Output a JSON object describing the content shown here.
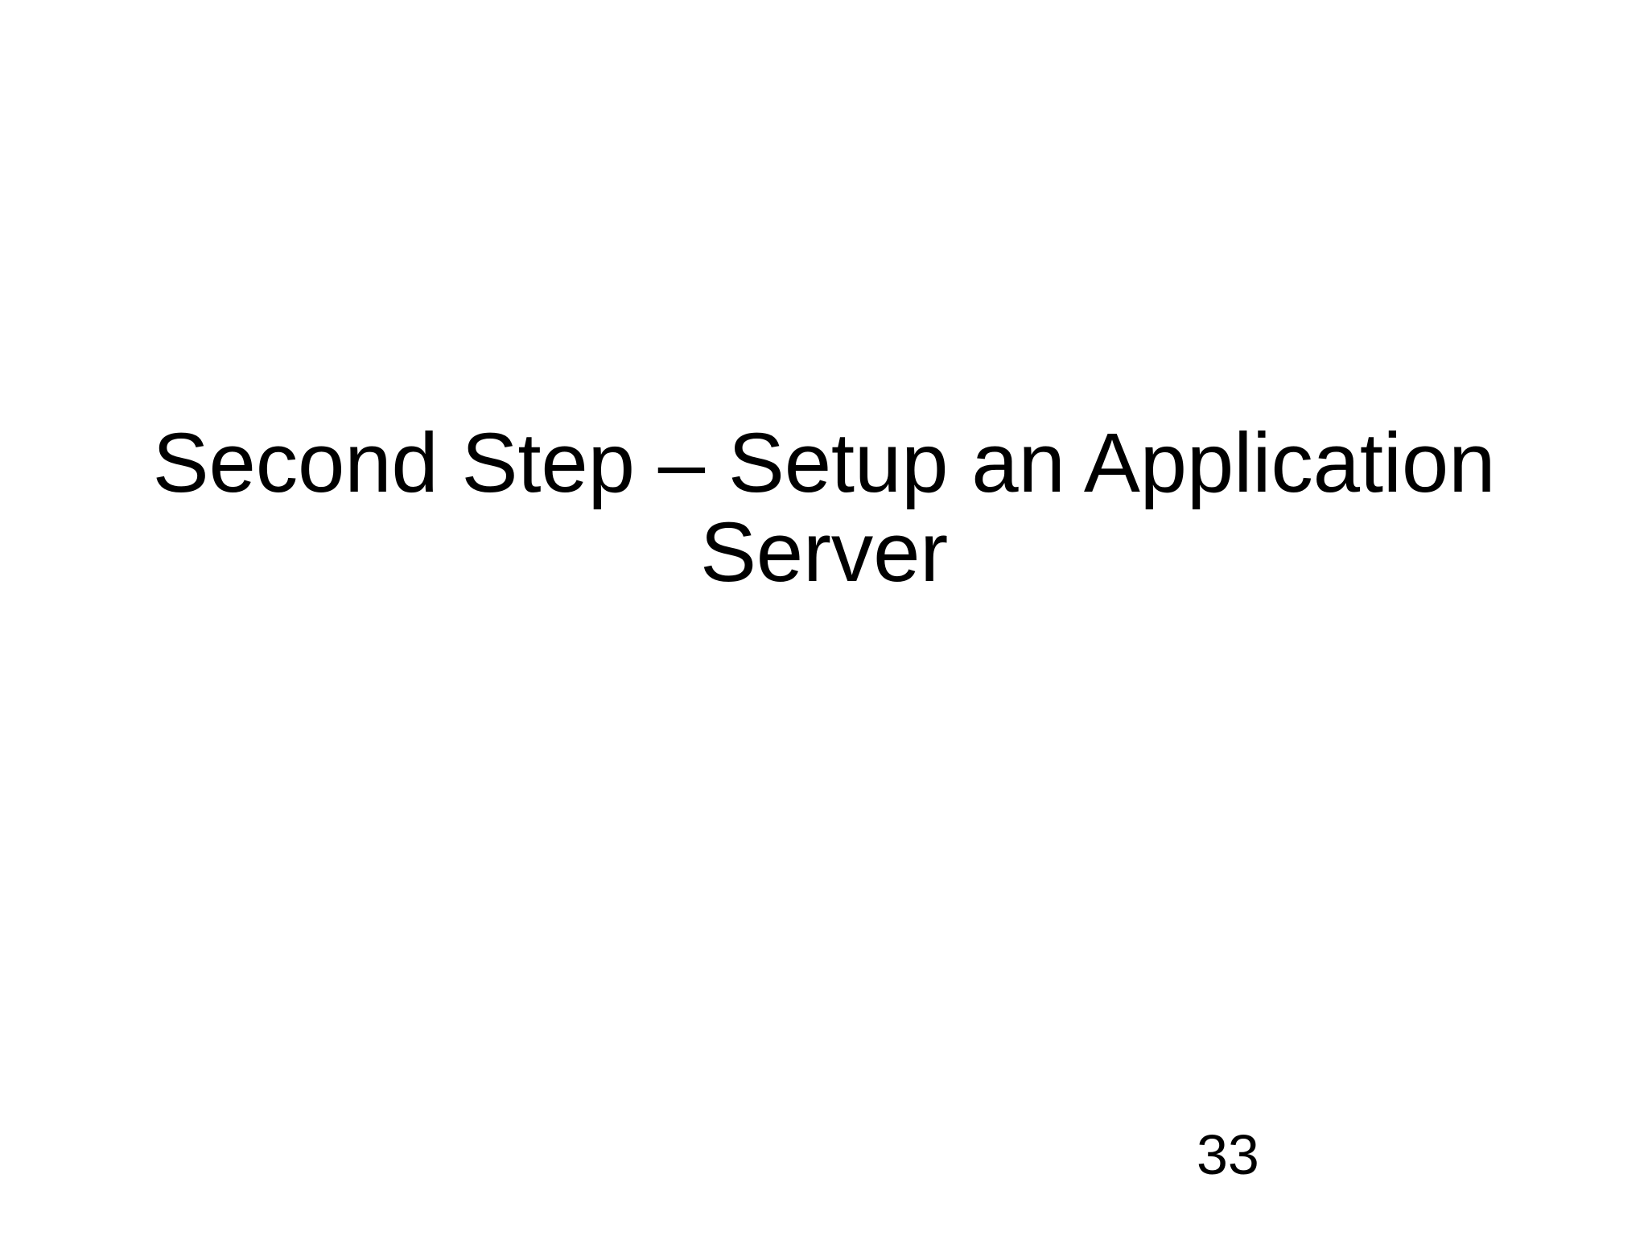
{
  "slide": {
    "background_color": "#ffffff",
    "text_color": "#000000",
    "title": {
      "full_text": "Second Step – Setup an Application Server",
      "lines": [
        "Second Step – Setup an Application",
        "Server"
      ],
      "alignment": "center"
    },
    "page_number": "33"
  }
}
